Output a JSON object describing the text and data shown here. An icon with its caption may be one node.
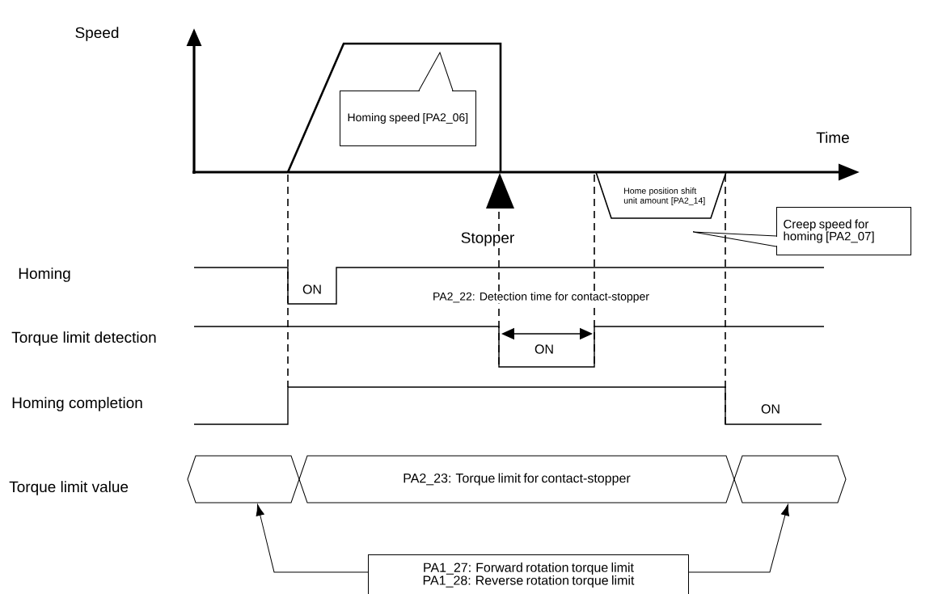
{
  "diagram": {
    "nodes": [
      {
        "text": [
          "Homing speed [PA2_06]"
        ]
      },
      {
        "text": [
          "Creep speed for homing [PA2_07]"
        ]
      },
      {
        "text": [],
        "shape": "hexagon"
      },
      {
        "text": [
          "PA2_23: Torque limit for contact-stopper"
        ]
      },
      {
        "text": [],
        "shape": "hexagon"
      },
      {
        "text": [
          "PA1_27: Forward rotation torque limit",
          "PA1_28: Reverse rotation torque limit"
        ]
      }
    ],
    "edges": [
      {
        "from": 5,
        "to": 2,
        "arrow": "to"
      },
      {
        "from": 5,
        "to": 4,
        "arrow": "to"
      }
    ],
    "labels": [
      "Speed",
      "Time",
      "Home position shift unit amount [PA2_14]",
      "Stopper",
      "Homing",
      "ON",
      "PA2_22: Detection time for contact-stopper",
      "Torque limit detection",
      "ON",
      "Homing completion",
      "ON",
      "Torque limit value"
    ]
  }
}
